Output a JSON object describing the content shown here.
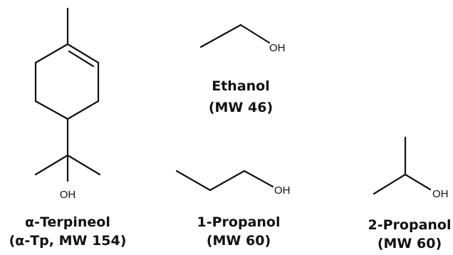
{
  "molecules": [
    {
      "id": "alpha-terpineol",
      "atom_label": "OH",
      "caption_line1": "α-Terpineol",
      "caption_line2": "(α-Tp, MW 154)"
    },
    {
      "id": "ethanol",
      "atom_label": "OH",
      "caption_line1": "Ethanol",
      "caption_line2": "(MW 46)"
    },
    {
      "id": "1-propanol",
      "atom_label": "OH",
      "caption_line1": "1-Propanol",
      "caption_line2": "(MW 60)"
    },
    {
      "id": "2-propanol",
      "atom_label": "OH",
      "caption_line1": "2-Propanol",
      "caption_line2": "(MW 60)"
    }
  ]
}
